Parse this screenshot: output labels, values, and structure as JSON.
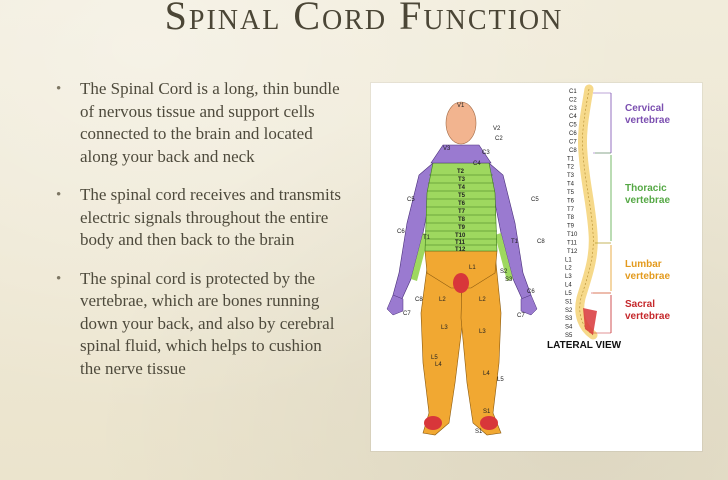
{
  "slide": {
    "title": "Spinal Cord Function",
    "bullets": [
      "The Spinal Cord is a long, thin bundle of nervous tissue and support cells connected to the brain and located along your back and neck",
      "The spinal cord receives and transmits electric signals throughout the entire body and then back to the brain",
      "The spinal cord is protected by the vertebrae, which are bones running down your back, and also by cerebral spinal fluid, which helps to cushion the nerve tissue"
    ],
    "bullet_glyph": "•"
  },
  "diagram": {
    "view_label": "LATERAL VIEW",
    "legend": [
      {
        "text": "Cervical",
        "color": "#7b4fb0"
      },
      {
        "text": "vertebrae",
        "color": "#7b4fb0"
      },
      {
        "text": "Thoracic",
        "color": "#55a845"
      },
      {
        "text": "vertebrae",
        "color": "#55a845"
      },
      {
        "text": "Lumbar",
        "color": "#e39a1d"
      },
      {
        "text": "vertebrae",
        "color": "#e39a1d"
      },
      {
        "text": "Sacral",
        "color": "#c5282b"
      },
      {
        "text": "vertebrae",
        "color": "#c5282b"
      }
    ],
    "colors": {
      "skin": "#f2b48f",
      "cervical": "#9a7ad0",
      "thoracic": "#9ed85f",
      "lumbar": "#f1a832",
      "sacral": "#d8363a",
      "bone": "#f6d98a"
    },
    "spine_labels": [
      "C1",
      "C2",
      "C3",
      "C4",
      "C5",
      "C6",
      "C7",
      "C8",
      "T1",
      "T2",
      "T3",
      "T4",
      "T5",
      "T6",
      "T7",
      "T8",
      "T9",
      "T10",
      "T11",
      "T12",
      "L1",
      "L2",
      "L3",
      "L4",
      "L5",
      "S1",
      "S2",
      "S3",
      "S4",
      "S5"
    ],
    "body_trunk_labels": [
      "T2",
      "T3",
      "T4",
      "T5",
      "T6",
      "T7",
      "T8",
      "T9",
      "T10",
      "T11",
      "T12"
    ],
    "body_labels": {
      "v1": "V1",
      "v2": "V2",
      "v3": "V3",
      "c2": "C2",
      "c3": "C3",
      "c4": "C4",
      "c5_left": "C5",
      "c5_right": "C5",
      "c6_left": "C6",
      "c6_right": "C6",
      "c7_left": "C7",
      "c7_right": "C7",
      "c8_left": "C8",
      "c8_right": "C8",
      "t1_left": "T1",
      "t1_right": "T1",
      "l1": "L1",
      "l2_left": "L2",
      "l2_right": "L2",
      "l3_left": "L3",
      "l3_right": "L3",
      "l4_left": "L4",
      "l4_right": "L4",
      "l5_left": "L5",
      "l5_right": "L5",
      "s1_left": "S1",
      "s1_right": "S1",
      "s2": "S2",
      "s3": "S3"
    }
  }
}
